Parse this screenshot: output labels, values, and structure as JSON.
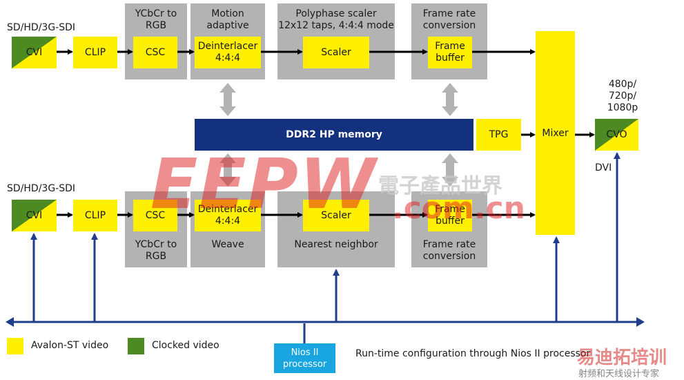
{
  "inputs": {
    "top": "SD/HD/3G-SDI",
    "bottom": "SD/HD/3G-SDI"
  },
  "top_row": {
    "cvi": "CVI",
    "clip": "CLIP",
    "csc": "CSC",
    "csc_header": [
      "YCbCr to",
      "RGB"
    ],
    "deint_header": [
      "Motion",
      "adaptive"
    ],
    "deint": [
      "Deinterlacer",
      "4:4:4"
    ],
    "scaler_header": [
      "Polyphase scaler",
      "12x12 taps, 4:4:4 mode"
    ],
    "scaler": "Scaler",
    "fb_header": [
      "Frame rate",
      "conversion"
    ],
    "fb": [
      "Frame",
      "buffer"
    ]
  },
  "middle": {
    "ddr2": "DDR2 HP memory",
    "tpg": "TPG",
    "mixer": "Mixer",
    "cvo": "CVO",
    "outputs": [
      "480p/",
      "720p/",
      "1080p"
    ],
    "dvi": "DVI"
  },
  "bottom_row": {
    "cvi": "CVI",
    "clip": "CLIP",
    "csc": "CSC",
    "csc_footer": [
      "YCbCr to",
      "RGB"
    ],
    "deint": [
      "Deinterlacer",
      "4:4:4"
    ],
    "deint_footer": "Weave",
    "scaler": "Scaler",
    "scaler_footer": "Nearest neighbor",
    "fb": [
      "Frame",
      "buffer"
    ],
    "fb_footer": [
      "Frame rate",
      "conversion"
    ]
  },
  "legend": {
    "avalon": "Avalon-ST video",
    "clocked": "Clocked video"
  },
  "nios": [
    "Nios II",
    "processor"
  ],
  "runtime_note": "Run-time configuration through Nios II processor",
  "watermarks": {
    "main": "EEPW",
    "chinese": "電子產品世界",
    "domain": ".com.cn",
    "corner_cn": "易迪拓培训",
    "corner_sub": "射频和天线设计专家"
  },
  "colors": {
    "avalon_yellow": "#ffef00",
    "clocked_green": "#4e8a22",
    "memory_navy": "#13317e",
    "nios_blue": "#19a6e0",
    "stage_gray": "#b3b3b3",
    "bus_navy": "#1f3d8a"
  }
}
